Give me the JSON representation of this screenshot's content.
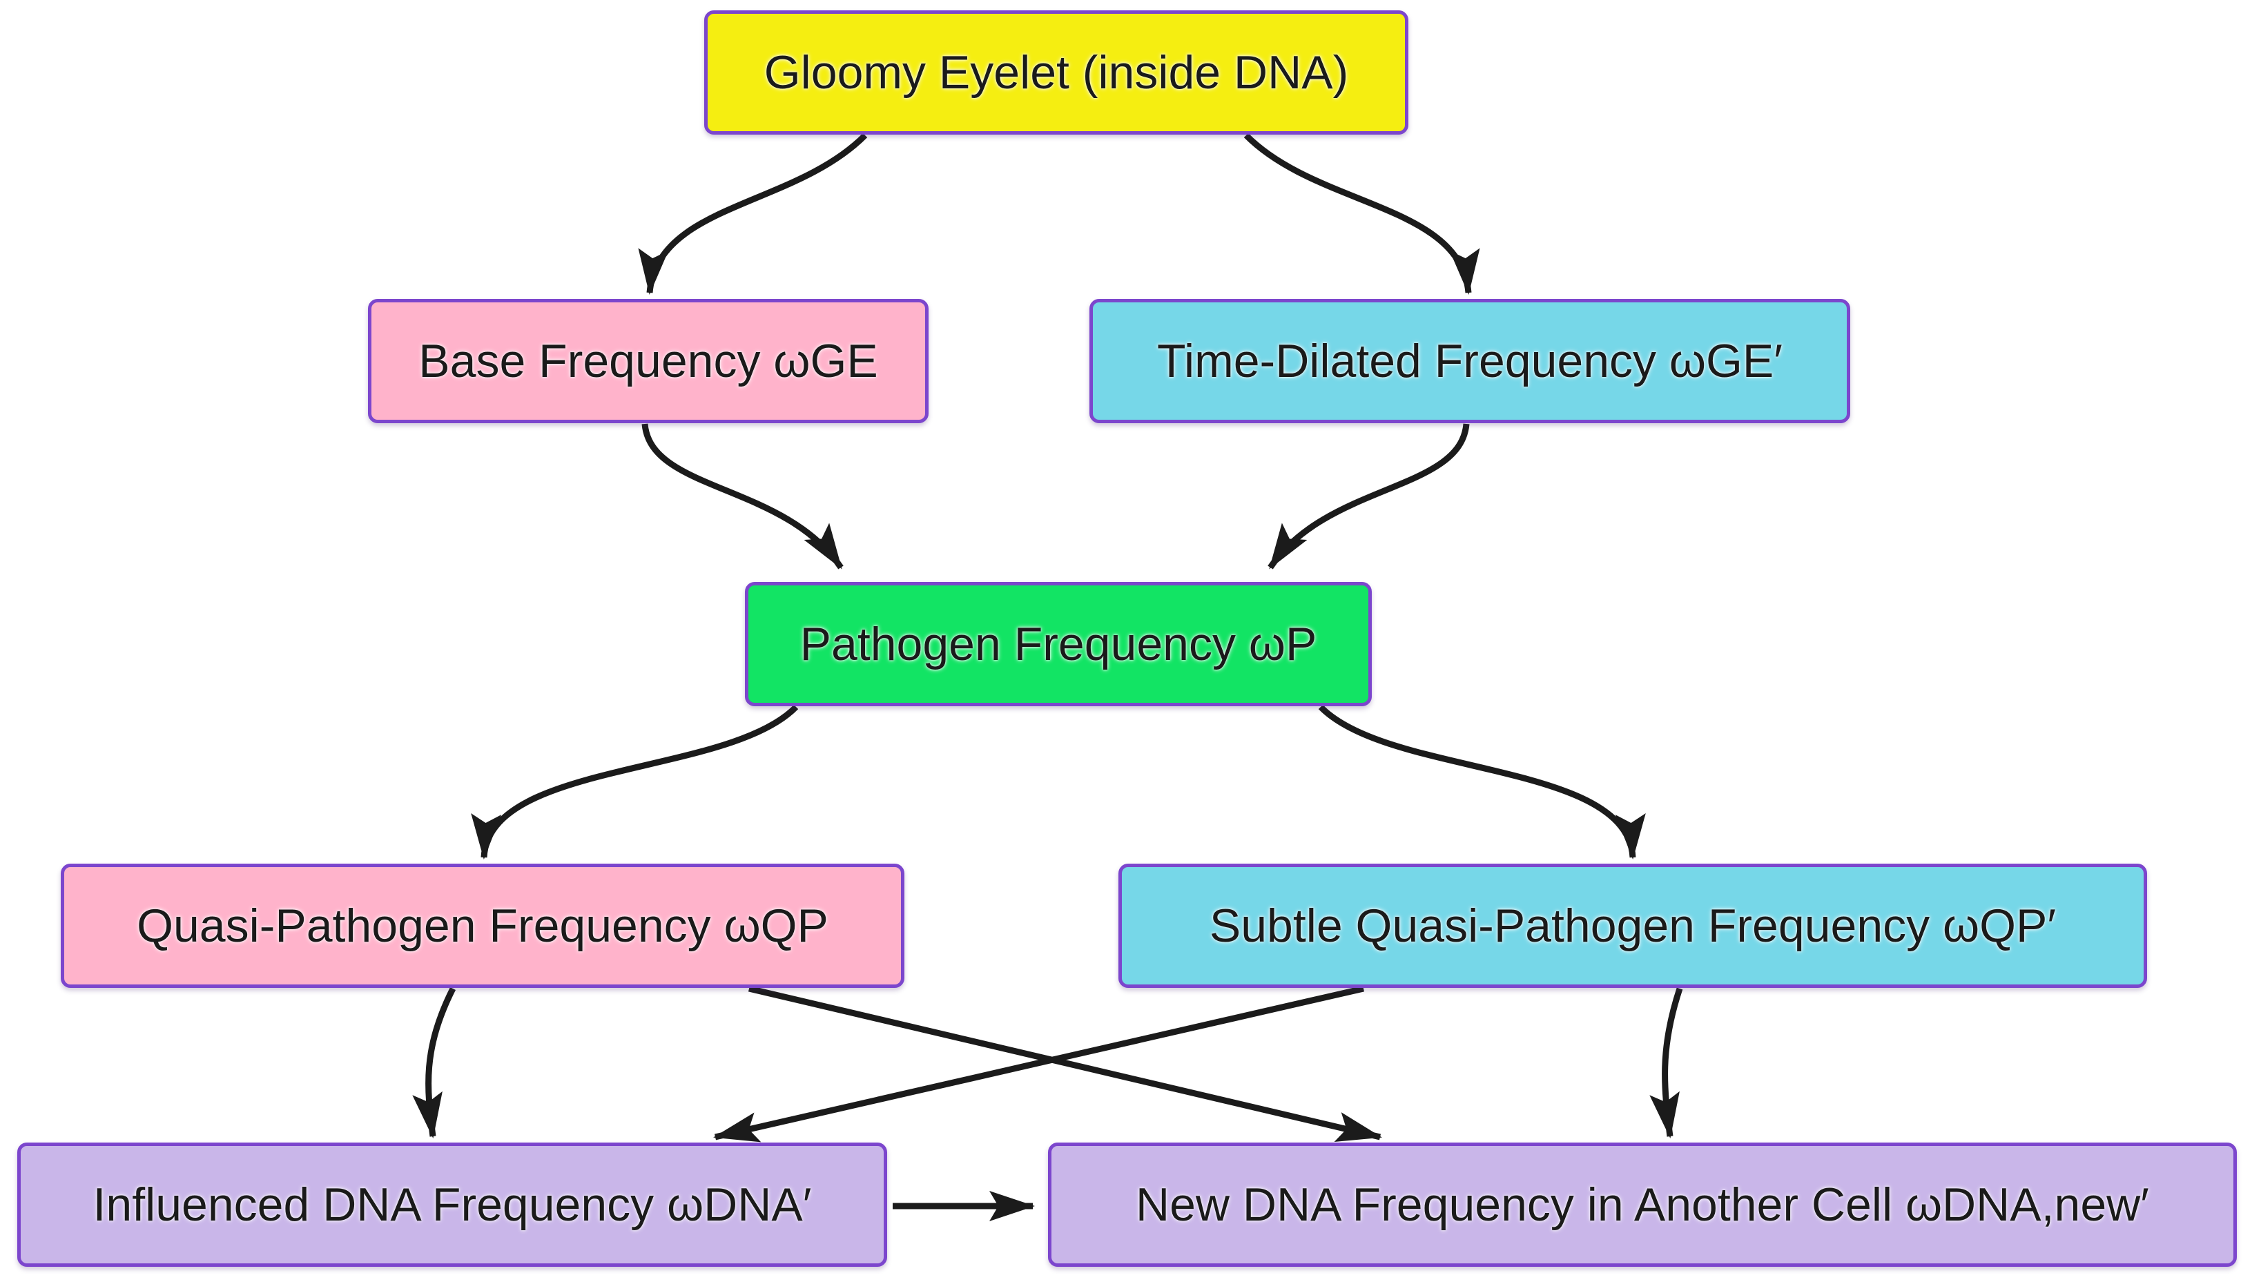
{
  "diagram": {
    "background_color": "#ffffff",
    "nodes": {
      "gloomy": {
        "label": "Gloomy Eyelet (inside DNA)",
        "fill": "#f5ee11"
      },
      "base": {
        "label": "Base Frequency ωGE",
        "fill": "#ffb3cb"
      },
      "time_dilated": {
        "label": "Time-Dilated Frequency ωGE′",
        "fill": "#76d7e8"
      },
      "pathogen": {
        "label": "Pathogen Frequency ωP",
        "fill": "#12e464"
      },
      "quasi": {
        "label": "Quasi-Pathogen Frequency ωQP",
        "fill": "#ffb3cb"
      },
      "subtle": {
        "label": "Subtle Quasi-Pathogen Frequency ωQP′",
        "fill": "#76d7e8"
      },
      "influenced": {
        "label": "Influenced DNA Frequency ωDNA′",
        "fill": "#c9b6e9"
      },
      "new_dna": {
        "label": "New DNA Frequency in Another Cell ωDNA,new′",
        "fill": "#c9b6e9"
      }
    },
    "edges": [
      {
        "from": "gloomy",
        "to": "base"
      },
      {
        "from": "gloomy",
        "to": "time_dilated"
      },
      {
        "from": "base",
        "to": "pathogen"
      },
      {
        "from": "time_dilated",
        "to": "pathogen"
      },
      {
        "from": "pathogen",
        "to": "quasi"
      },
      {
        "from": "pathogen",
        "to": "subtle"
      },
      {
        "from": "quasi",
        "to": "influenced"
      },
      {
        "from": "quasi",
        "to": "new_dna"
      },
      {
        "from": "subtle",
        "to": "influenced"
      },
      {
        "from": "subtle",
        "to": "new_dna"
      },
      {
        "from": "influenced",
        "to": "new_dna"
      }
    ],
    "colors": {
      "node_border": "#7c46cd",
      "edge_stroke": "#1b1b1b",
      "text": "#1a1a1a"
    }
  }
}
